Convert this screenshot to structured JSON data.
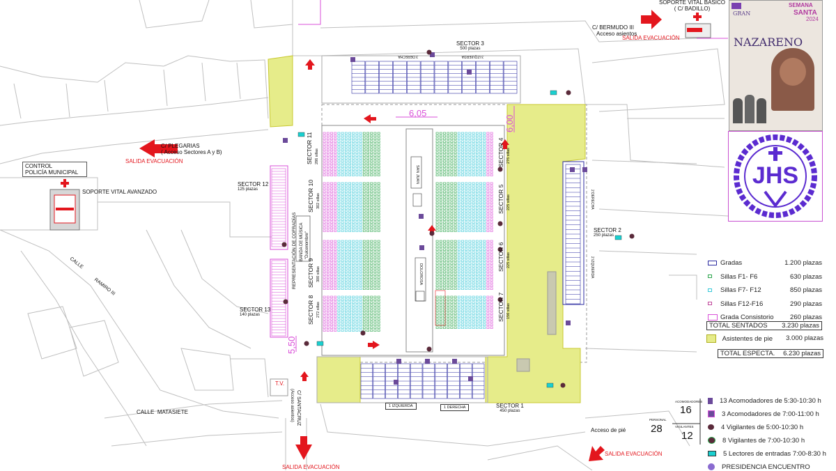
{
  "sectors": {
    "s1": {
      "name": "SECTOR 1",
      "cap": "450 plazas"
    },
    "s2": {
      "name": "SECTOR 2",
      "cap": "250 plazas"
    },
    "s3": {
      "name": "SECTOR 3",
      "cap": "500 plazas"
    },
    "s4": {
      "name": "SECTOR 4",
      "cap": "276 sillas"
    },
    "s5": {
      "name": "SECTOR 5",
      "cap": "225 sillas"
    },
    "s6": {
      "name": "SECTOR 6",
      "cap": "225 sillas"
    },
    "s7": {
      "name": "SECTOR 7",
      "cap": "156 sillas"
    },
    "s8": {
      "name": "SECTOR 8",
      "cap": "272 sillas"
    },
    "s9": {
      "name": "SECTOR 9",
      "cap": "300 sillas"
    },
    "s10": {
      "name": "SECTOR 10",
      "cap": "302 sillas"
    },
    "s11": {
      "name": "SECTOR 11",
      "cap": "286 sillas"
    },
    "s12": {
      "name": "SECTOR  12",
      "cap": "125 plazas"
    },
    "s13": {
      "name": "SECTOR 13",
      "cap": "140 plazas"
    }
  },
  "streets": {
    "plegarias": "C/ PLEGARIAS",
    "plegarias_note": "( Acceso Sectores A y B)",
    "bermudo": "C/ BERMUDO III",
    "bermudo_note": "Acceso asientos",
    "santacruz": "C/ SANTACRUZ",
    "santacruz_note": "(Acceso asientos)",
    "calle": "CALLE",
    "ramiro": "RAMIRO III",
    "calle_matasiete": "CALLE",
    "matasiete": "MATASIETE"
  },
  "exits": {
    "top_right": "SALIDA EVACUACIÓN",
    "left": "SALIDA EVACUACIÓN",
    "bottom": "SALIDA EVACUACIÓN",
    "bottom_right": "SALIDA EVACUACIÓN"
  },
  "services": {
    "control_1": "CONTROL",
    "control_2": "POLICÍA MUNICIPAL",
    "sva": "SOPORTE VITAL AVANZADO",
    "svb_1": "SOPORTE VITAL BÁSICO",
    "svb_2": "( C/ BADILLO)",
    "tv": "T.V.",
    "acceso_pie": "Acceso de pié"
  },
  "tags": {
    "izq3": "3 IZQUIERDA",
    "der3": "3 DERECHA",
    "izq1": "1 IZQUIERDA",
    "der1": "1 DERECHA",
    "der2": "2 DERECHA",
    "izq2": "2 IZQUIERDA",
    "san_juan": "SAN JUAN",
    "dolorosa": "DOLOROSA",
    "cofradias": "REPRESENTACIÓN DE COFRADÍAS",
    "banda_1": "BANDA DE MÚSICA",
    "banda_2": "\"Dulcenombre\""
  },
  "dimensions": {
    "d1": "6,05",
    "d2": "6,00",
    "d3": "5,50"
  },
  "legend": [
    {
      "label": "Gradas",
      "value": "1.200 plazas",
      "color": "#2b2ba0"
    },
    {
      "label": "Sillas F1- F6",
      "value": "630 plazas",
      "color": "#2aa44a"
    },
    {
      "label": "Sillas F7- F12",
      "value": "850 plazas",
      "color": "#38c8d8"
    },
    {
      "label": "Sillas F12-F16",
      "value": "290 plazas",
      "color": "#c0459a"
    },
    {
      "label": "Grada Consistorio",
      "value": "260 plazas",
      "color": "#d94fd8"
    }
  ],
  "totals": {
    "sentados_label": "TOTAL SENTADOS",
    "sentados_value": "3.230 plazas",
    "pie_label": "Asistentes de pie",
    "pie_value": "3.000 plazas",
    "especta_label": "TOTAL ESPECTA.",
    "especta_value": "6.230 plazas"
  },
  "staff": {
    "acomodadores_label": "ACOMODADORES",
    "acomodadores_count": "16",
    "personal_label": "PERSONAL",
    "personal_count": "28",
    "vigilantes_label": "VIGILANTES",
    "vigilantes_count": "12",
    "rows": [
      "13 Acomodadores de 5:30-10:30 h",
      "3 Acomodadores de 7:00-11:00 h",
      "4 Vigilantes de 5:00-10:30 h",
      "8 Vigilantes de 7:00-10:30 h",
      "5 Lectores de entradas 7:00-8:30 h",
      "PRESIDENCIA ENCUENTRO"
    ]
  },
  "poster": {
    "top_left": "GRAN",
    "semana": "SEMANA",
    "santa": "SANTA",
    "title": "NAZARENO",
    "year": "2024"
  },
  "emblem": {
    "letters": "JHS"
  },
  "colors": {
    "grada": "#2b2ba0",
    "green": "#2aa44a",
    "cyan": "#38c8d8",
    "pink": "#d94fd8",
    "yellow": "#e6ec8a",
    "red": "#e3161d"
  }
}
